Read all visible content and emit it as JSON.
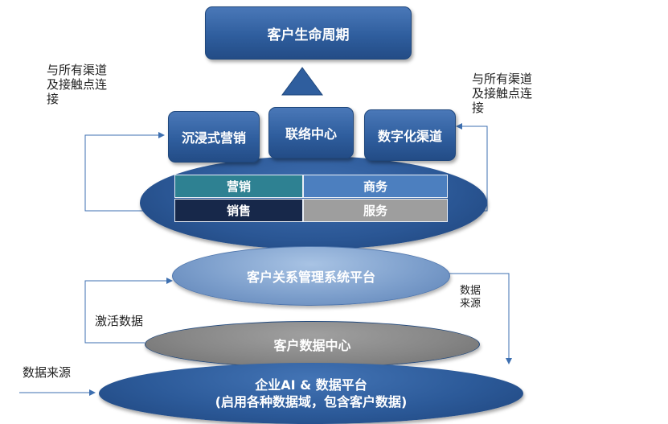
{
  "top_box": {
    "label": "客户生命周期"
  },
  "channel_boxes": [
    {
      "label": "沉浸式营销"
    },
    {
      "label": "联络中心"
    },
    {
      "label": "数字化渠道"
    }
  ],
  "grid_cells": [
    {
      "label": "营销",
      "color": "#2e8192"
    },
    {
      "label": "商务",
      "color": "#4c7fbf"
    },
    {
      "label": "销售",
      "color": "#17284a"
    },
    {
      "label": "服务",
      "color": "#9e9e9e"
    }
  ],
  "crm_platform": {
    "label": "客户关系管理系统平台"
  },
  "customer_data_center": {
    "label": "客户数据中心"
  },
  "ai_platform": {
    "line1": "企业AI &  数据平台",
    "line2": "(启用各种数据域，包含客户数据)"
  },
  "notes": {
    "left_top": {
      "line1": "与所有渠道",
      "line2": "及接触点连",
      "line3": "接"
    },
    "right_top": {
      "line1": "与所有渠道",
      "line2": "及接触点连",
      "line3": "接"
    },
    "activate": "激活数据",
    "data_source_left": "数据来源",
    "data_source_right": {
      "line1": "数据",
      "line2": "来源"
    }
  },
  "colors": {
    "dark_blue": "#234c86",
    "mid_blue": "#3a6aa8",
    "light_blue": "#8fb0d8",
    "gray": "#8a8a8a"
  }
}
